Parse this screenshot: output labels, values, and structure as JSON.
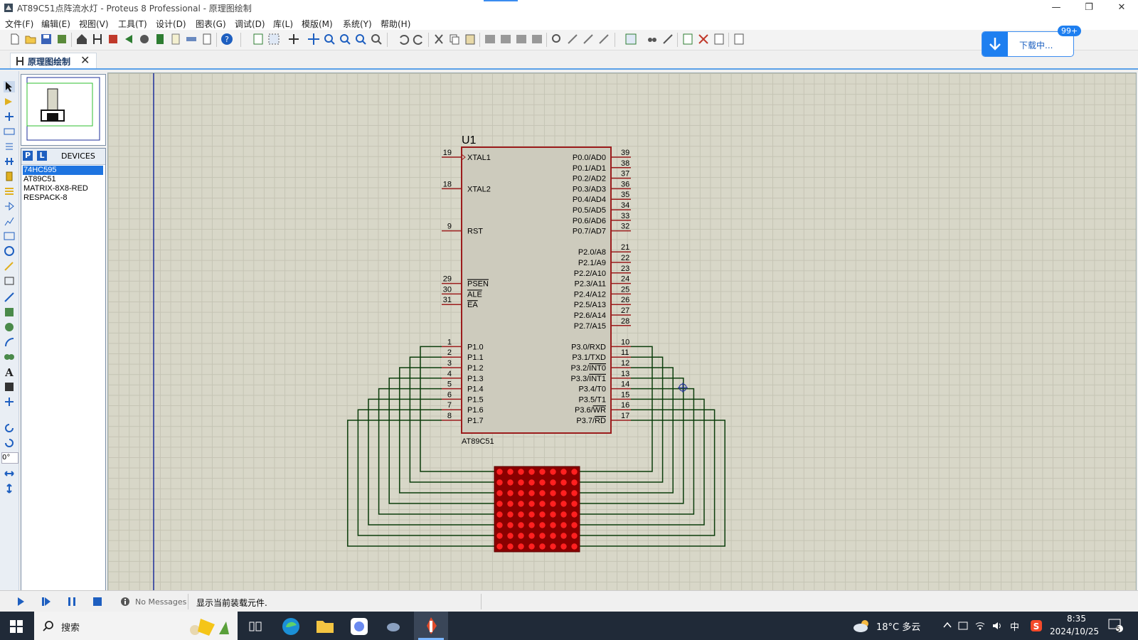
{
  "window": {
    "title": "AT89C51点阵流水灯 - Proteus 8 Professional - 原理图绘制",
    "minimize": "—",
    "restore": "❐",
    "close": "✕"
  },
  "menus": [
    "文件(F)",
    "编辑(E)",
    "视图(V)",
    "工具(T)",
    "设计(D)",
    "图表(G)",
    "调试(D)",
    "库(L)",
    "模版(M)",
    "系统(Y)",
    "帮助(H)"
  ],
  "download": {
    "label": "下载中...",
    "badge": "99+"
  },
  "tab": {
    "label": "原理图绘制",
    "close": "✕"
  },
  "devices": {
    "p_label": "P",
    "l_label": "L",
    "title": "DEVICES",
    "items": [
      "74HC595",
      "AT89C51",
      "MATRIX-8X8-RED",
      "RESPACK-8"
    ],
    "selected_index": 0
  },
  "rotation": "0°",
  "schematic": {
    "ref": "U1",
    "part": "AT89C51",
    "left_pins": [
      {
        "num": "19",
        "name": "XTAL1"
      },
      {
        "num": "18",
        "name": "XTAL2"
      },
      {
        "num": "9",
        "name": "RST"
      },
      {
        "num": "29",
        "name": "PSEN"
      },
      {
        "num": "30",
        "name": "ALE"
      },
      {
        "num": "31",
        "name": "EA"
      },
      {
        "num": "1",
        "name": "P1.0"
      },
      {
        "num": "2",
        "name": "P1.1"
      },
      {
        "num": "3",
        "name": "P1.2"
      },
      {
        "num": "4",
        "name": "P1.3"
      },
      {
        "num": "5",
        "name": "P1.4"
      },
      {
        "num": "6",
        "name": "P1.5"
      },
      {
        "num": "7",
        "name": "P1.6"
      },
      {
        "num": "8",
        "name": "P1.7"
      }
    ],
    "right_pins": [
      {
        "num": "39",
        "name": "P0.0/AD0"
      },
      {
        "num": "38",
        "name": "P0.1/AD1"
      },
      {
        "num": "37",
        "name": "P0.2/AD2"
      },
      {
        "num": "36",
        "name": "P0.3/AD3"
      },
      {
        "num": "35",
        "name": "P0.4/AD4"
      },
      {
        "num": "34",
        "name": "P0.5/AD5"
      },
      {
        "num": "33",
        "name": "P0.6/AD6"
      },
      {
        "num": "32",
        "name": "P0.7/AD7"
      },
      {
        "num": "21",
        "name": "P2.0/A8"
      },
      {
        "num": "22",
        "name": "P2.1/A9"
      },
      {
        "num": "23",
        "name": "P2.2/A10"
      },
      {
        "num": "24",
        "name": "P2.3/A11"
      },
      {
        "num": "25",
        "name": "P2.4/A12"
      },
      {
        "num": "26",
        "name": "P2.5/A13"
      },
      {
        "num": "27",
        "name": "P2.6/A14"
      },
      {
        "num": "28",
        "name": "P2.7/A15"
      },
      {
        "num": "10",
        "name": "P3.0/RXD"
      },
      {
        "num": "11",
        "name": "P3.1/TXD"
      },
      {
        "num": "12",
        "name": "P3.2/INT0"
      },
      {
        "num": "13",
        "name": "P3.3/INT1"
      },
      {
        "num": "14",
        "name": "P3.4/T0"
      },
      {
        "num": "15",
        "name": "P3.5/T1"
      },
      {
        "num": "16",
        "name": "P3.6/WR"
      },
      {
        "num": "17",
        "name": "P3.7/RD"
      }
    ],
    "matrix": {
      "rows": 8,
      "cols": 8
    }
  },
  "status": {
    "no_messages": "No Messages",
    "message": "显示当前装载元件."
  },
  "taskbar": {
    "search": "搜索",
    "weather": "18°C 多云",
    "ime": "中",
    "time": "8:35",
    "date": "2024/10/25",
    "notify_count": "5"
  },
  "colors": {
    "chip_fill": "#cdcbbd",
    "chip_border": "#9b1c1c",
    "wire": "#0b3d0b",
    "pin_text": "#000000",
    "matrix_bg": "#8a0000",
    "led": "#ff2020"
  }
}
